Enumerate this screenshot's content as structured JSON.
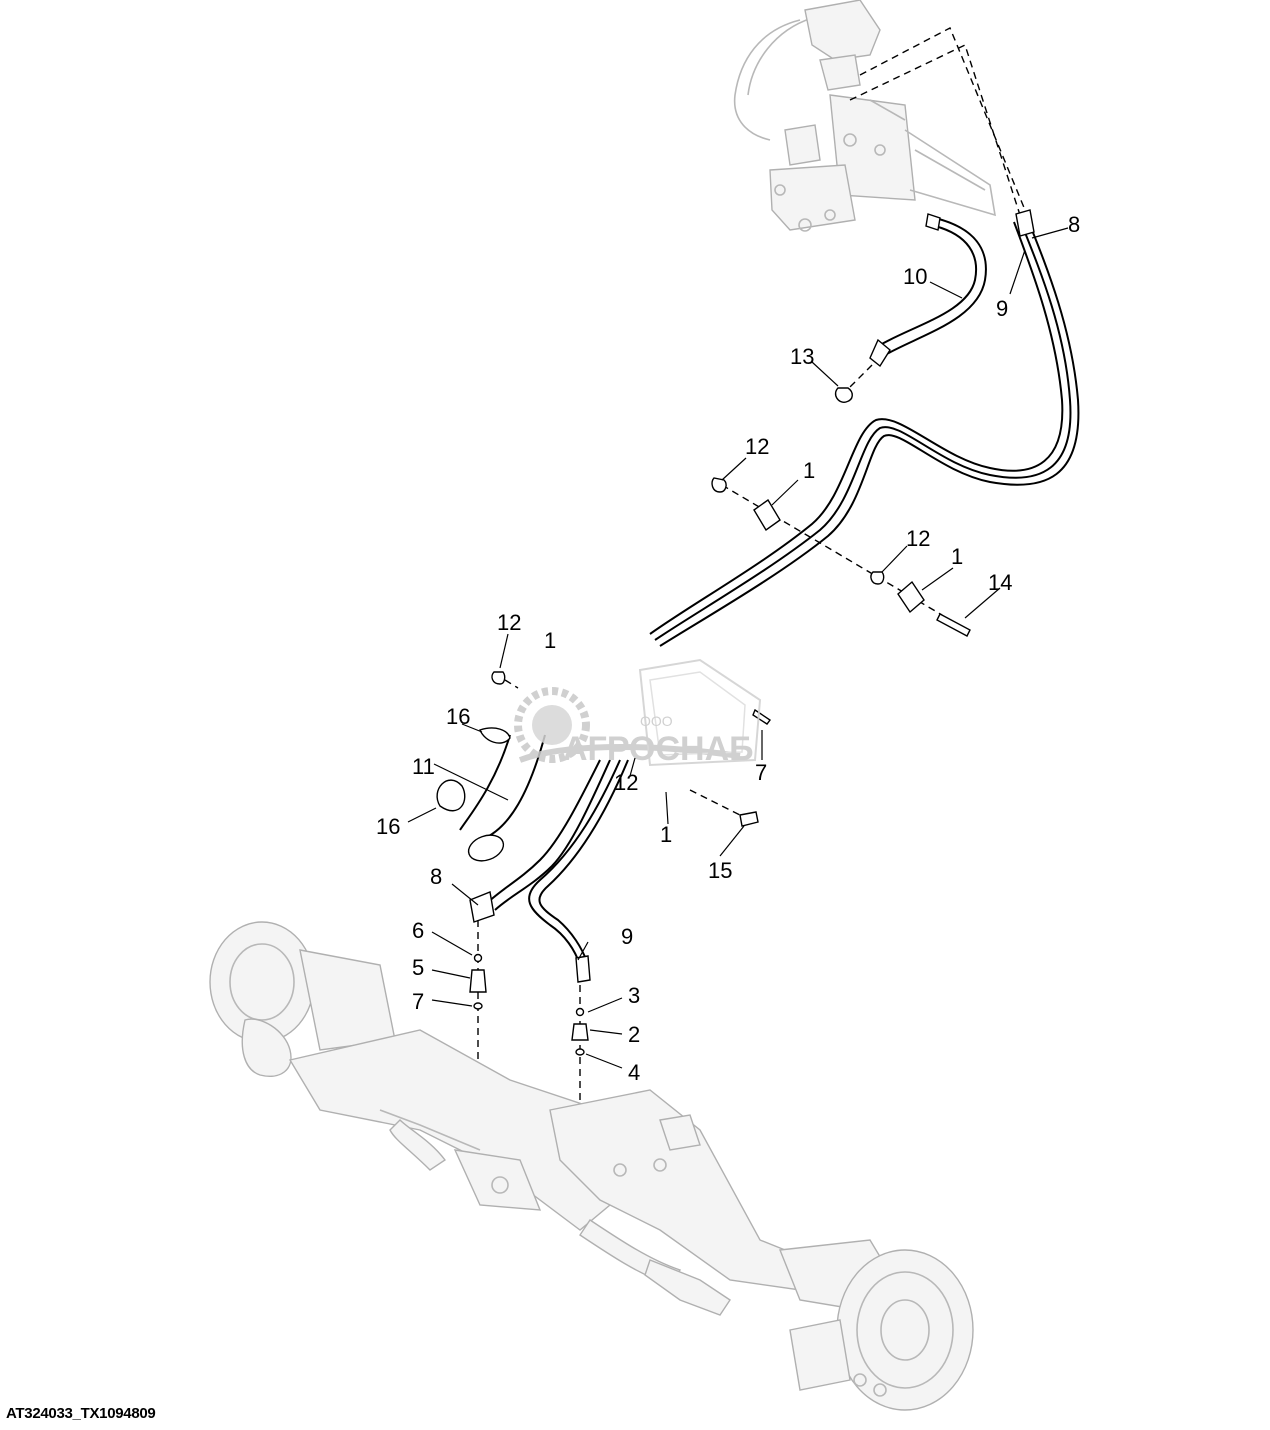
{
  "diagram": {
    "footer_code": "AT324033_TX1094809",
    "watermark": {
      "prefix": "ООО",
      "name": "АГРОСНАБ"
    },
    "callouts": [
      "1",
      "1",
      "1",
      "1",
      "2",
      "3",
      "4",
      "5",
      "6",
      "7",
      "7",
      "8",
      "8",
      "9",
      "9",
      "10",
      "11",
      "12",
      "12",
      "12",
      "12",
      "13",
      "14",
      "15",
      "16",
      "16"
    ]
  },
  "colors": {
    "line": "#000000",
    "ghost": "#b8b8b8",
    "background": "#ffffff"
  }
}
